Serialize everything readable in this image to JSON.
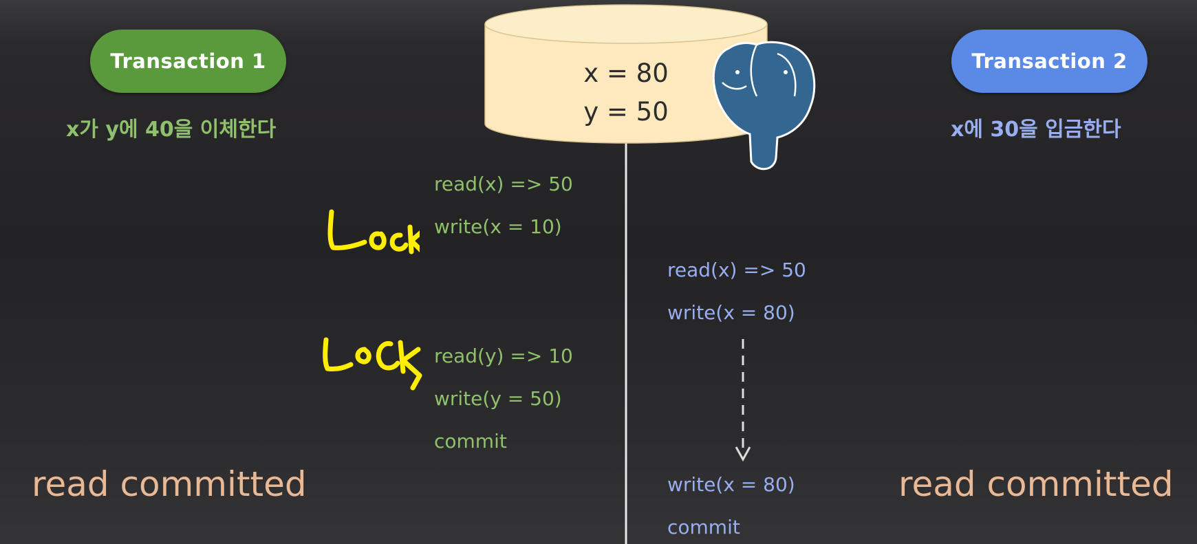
{
  "transaction1": {
    "label": "Transaction 1",
    "description": "x가 y에 40을 이체한다",
    "color": "#5a9a3c"
  },
  "transaction2": {
    "label": "Transaction 2",
    "description": "x에 30을 입금한다",
    "color": "#5a8ae6"
  },
  "database": {
    "x_line": "x = 80",
    "y_line": "y = 50",
    "icon": "postgresql-elephant-icon"
  },
  "t1_ops": [
    "read(x) => 50",
    "write(x = 10)",
    "read(y) => 10",
    "write(y = 50)",
    "commit"
  ],
  "t2_ops": [
    "read(x) => 50",
    "write(x = 80)",
    "write(x = 80)",
    "commit"
  ],
  "isolation": {
    "left": "read committed",
    "right": "read committed"
  },
  "annotations": [
    "Lock",
    "Lock"
  ]
}
